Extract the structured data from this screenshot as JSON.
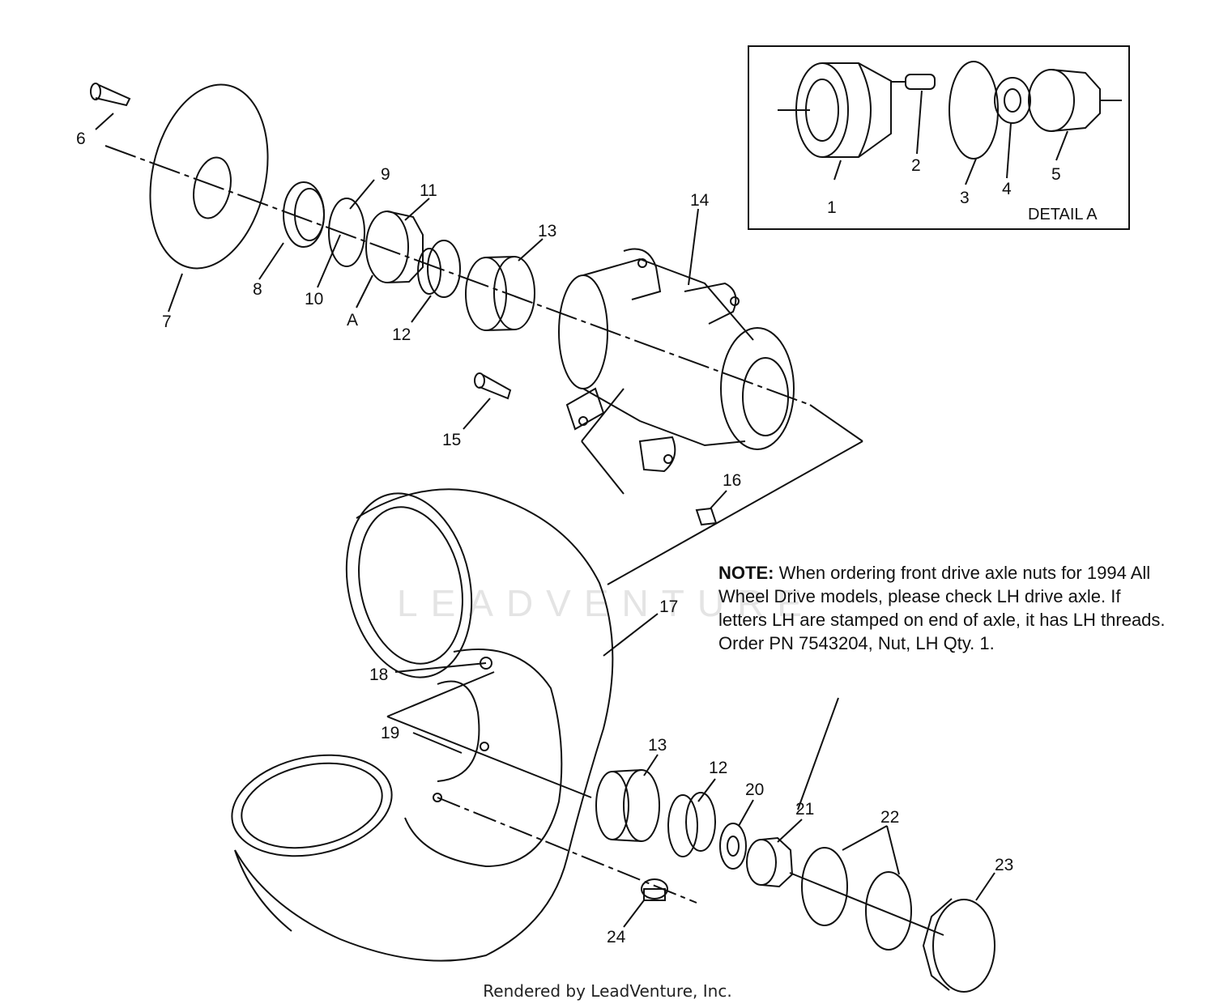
{
  "callouts": {
    "c1": "1",
    "c2": "2",
    "c3": "3",
    "c4": "4",
    "c5": "5",
    "c6": "6",
    "c7": "7",
    "c8": "8",
    "c9": "9",
    "c10": "10",
    "c11": "11",
    "c12a": "12",
    "c13a": "13",
    "c14": "14",
    "c15": "15",
    "c16": "16",
    "c17": "17",
    "c18": "18",
    "c19": "19",
    "c13b": "13",
    "c12b": "12",
    "c20": "20",
    "c21": "21",
    "c22": "22",
    "c23": "23",
    "c24": "24",
    "cA": "A"
  },
  "detail": {
    "label": "DETAIL A"
  },
  "note": {
    "label": "NOTE:",
    "text": "When ordering front drive axle nuts for 1994 All Wheel Drive models, please check LH drive axle.  If letters LH are stamped on end of axle, it has LH threads.  Order PN 7543204, Nut, LH Qty. 1."
  },
  "watermark": "LEADVENTURE",
  "footer": "Rendered by LeadVenture, Inc."
}
